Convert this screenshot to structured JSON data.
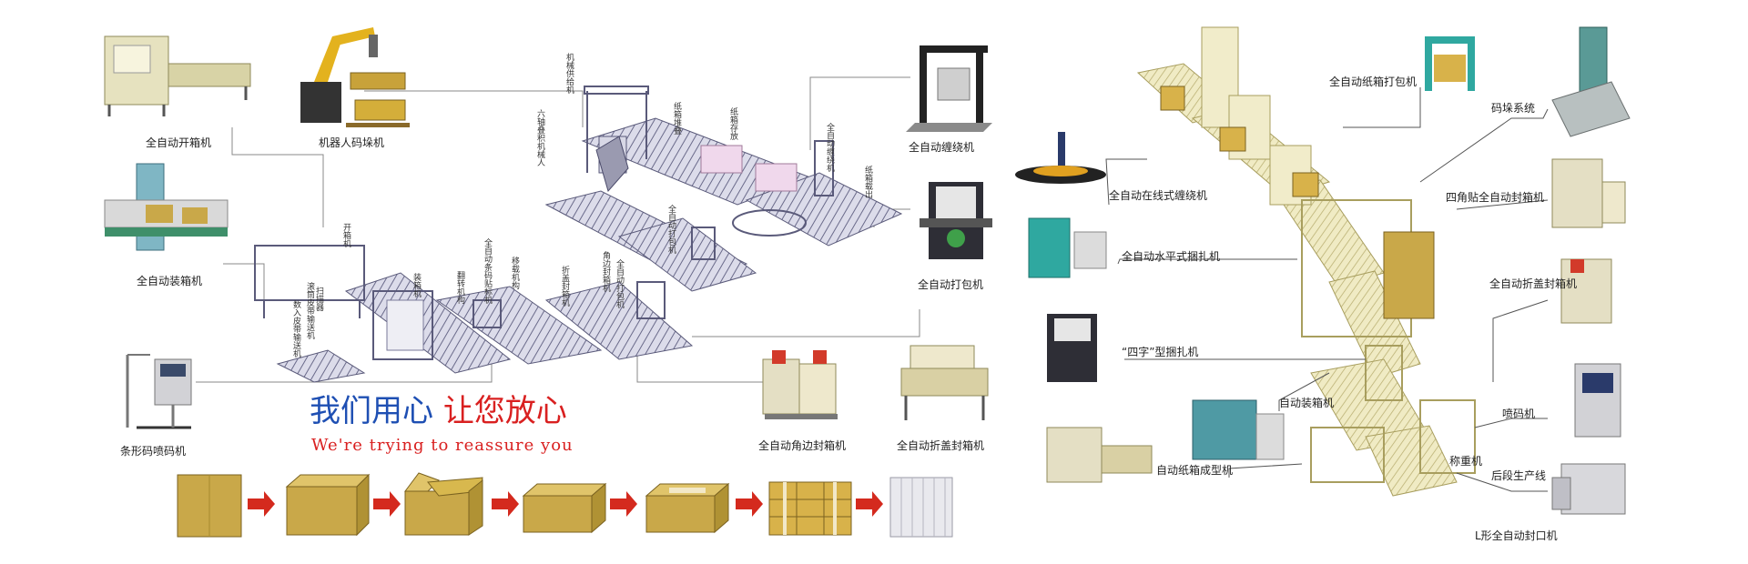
{
  "slogan": {
    "cn_part1": "我们用心",
    "cn_part2": "让您放心",
    "en": "We're trying to reassure you"
  },
  "left_machines": {
    "auto_carton_erector": "全自动开箱机",
    "robot_palletizer": "机器人码垛机",
    "auto_case_packer": "全自动装箱机",
    "barcode_inkjet": "条形码喷码机",
    "auto_wrapping": "全自动缠绕机",
    "auto_strapping": "全自动打包机",
    "auto_corner_sealer": "全自动角边封箱机",
    "auto_fold_sealer": "全自动折盖封箱机"
  },
  "left_line_tags": [
    "机械供给机",
    "六轴叠积机械人",
    "纸箱堆叠",
    "纸箱存放",
    "全自动缠绕机",
    "纸箱载出",
    "全自动打包机",
    "开箱机",
    "装箱机",
    "翻转机构",
    "移载机构",
    "全自动条码贴标机",
    "折盖封箱机",
    "角边封箱机",
    "全自动打包机",
    "数入皮带输送机",
    "扫描器",
    "滚筒皮带输送机"
  ],
  "right_machines": {
    "online_wrapping": "全自动在线式缠绕机",
    "horizontal_strapping": "全自动水平式捆扎机",
    "cross_strapping": "“四字”型捆扎机",
    "carton_strapping": "全自动纸箱打包机",
    "palletizing_system": "码垛系统",
    "four_corner_sealer": "四角贴全自动封箱机",
    "fold_sealer": "全自动折盖封箱机",
    "inkjet": "喷码机",
    "auto_packer": "自动装箱机",
    "carton_former": "自动纸箱成型机",
    "weigher": "称重机",
    "upstream_line": "后段生产线",
    "l_sealer": "L形全自动封口机"
  },
  "colors": {
    "slogan_blue": "#1e4fb3",
    "slogan_red": "#d92020",
    "arrow_red": "#d42a1e",
    "carton": "#c9a849",
    "frame_yellow": "#e8e0a8",
    "conveyor": "#5a5a7a"
  },
  "box_sequence": [
    "flat-carton",
    "open-carton",
    "flaps-open-carton",
    "closed-carton",
    "taped-carton",
    "palletized-cartons",
    "pallet"
  ]
}
